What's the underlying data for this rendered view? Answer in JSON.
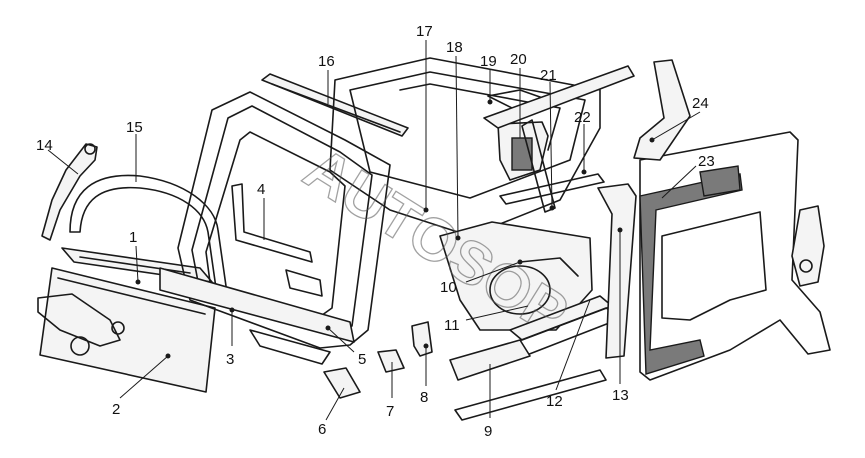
{
  "watermark": "AUTOSOP",
  "callouts": [
    {
      "label": "1"
    },
    {
      "label": "2"
    },
    {
      "label": "3"
    },
    {
      "label": "4"
    },
    {
      "label": "5"
    },
    {
      "label": "6"
    },
    {
      "label": "7"
    },
    {
      "label": "8"
    },
    {
      "label": "9"
    },
    {
      "label": "10"
    },
    {
      "label": "11"
    },
    {
      "label": "12"
    },
    {
      "label": "13"
    },
    {
      "label": "14"
    },
    {
      "label": "15"
    },
    {
      "label": "16"
    },
    {
      "label": "17"
    },
    {
      "label": "18"
    },
    {
      "label": "19"
    },
    {
      "label": "20"
    },
    {
      "label": "21"
    },
    {
      "label": "22"
    },
    {
      "label": "23"
    },
    {
      "label": "24"
    }
  ]
}
